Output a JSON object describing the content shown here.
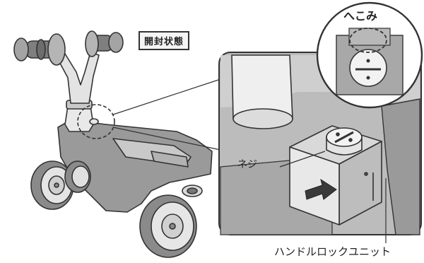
{
  "labels": {
    "state": "開封状態",
    "dent": "へこみ",
    "screw": "ネジ",
    "lock_unit": "ハンドルロックユニット"
  },
  "colors": {
    "body": "#9a9a9a",
    "dark": "#7a7a7a",
    "light": "#d6d6d6",
    "outline": "#333333"
  },
  "icons": [
    "arrow-icon"
  ]
}
